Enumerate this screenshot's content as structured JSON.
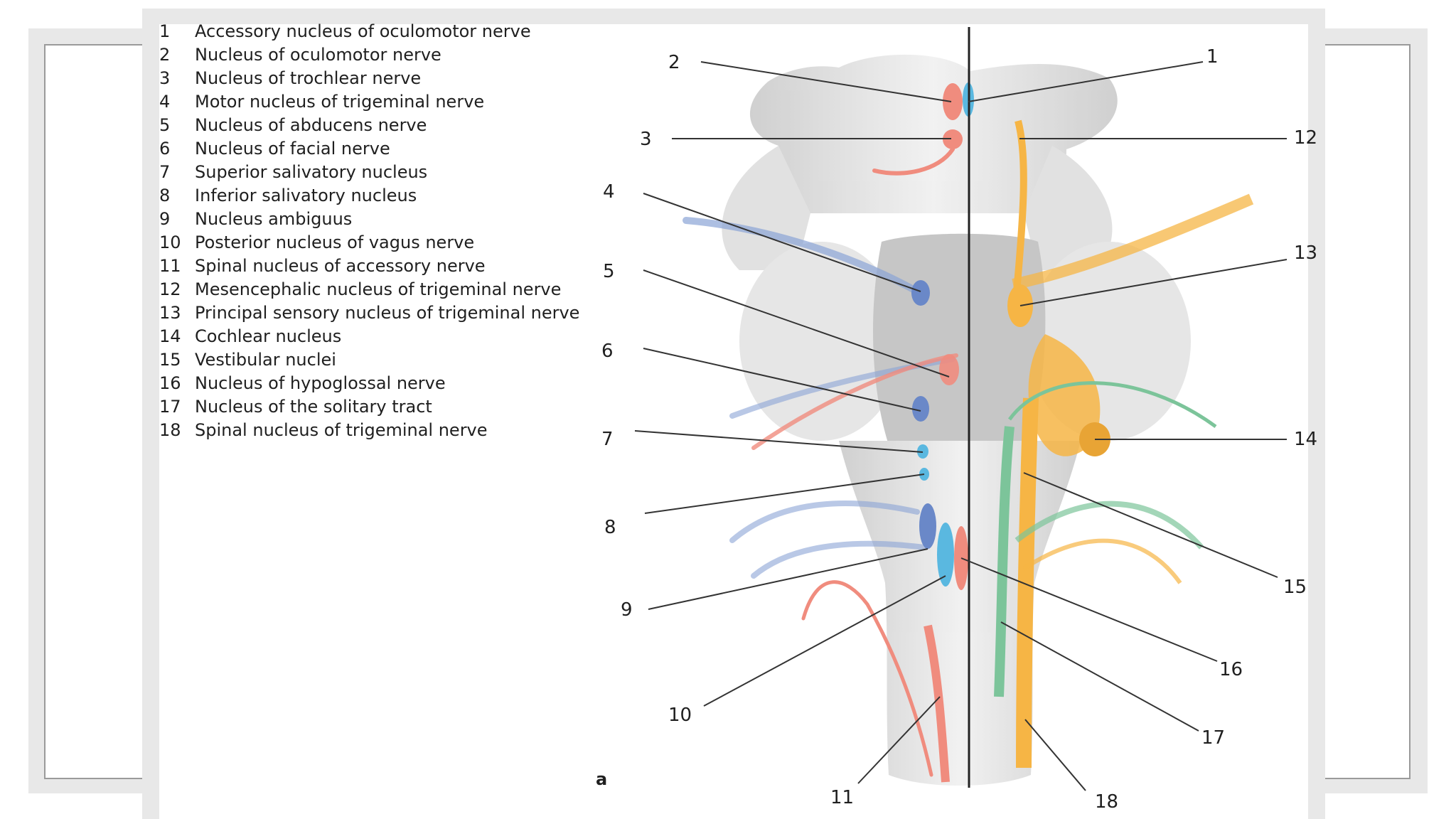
{
  "legend": [
    {
      "num": "1",
      "label": "Accessory nucleus of oculomotor nerve"
    },
    {
      "num": "2",
      "label": "Nucleus of oculomotor nerve"
    },
    {
      "num": "3",
      "label": "Nucleus of trochlear nerve"
    },
    {
      "num": "4",
      "label": "Motor nucleus of trigeminal nerve"
    },
    {
      "num": "5",
      "label": "Nucleus of abducens nerve"
    },
    {
      "num": "6",
      "label": "Nucleus of facial nerve"
    },
    {
      "num": "7",
      "label": "Superior salivatory nucleus"
    },
    {
      "num": "8",
      "label": "Inferior salivatory nucleus"
    },
    {
      "num": "9",
      "label": "Nucleus ambiguus"
    },
    {
      "num": "10",
      "label": "Posterior nucleus of vagus nerve"
    },
    {
      "num": "11",
      "label": "Spinal nucleus of accessory nerve"
    },
    {
      "num": "12",
      "label": "Mesencephalic nucleus of trigeminal nerve"
    },
    {
      "num": "13",
      "label": "Principal sensory nucleus of trigeminal nerve"
    },
    {
      "num": "14",
      "label": "Cochlear nucleus"
    },
    {
      "num": "15",
      "label": "Vestibular nuclei"
    },
    {
      "num": "16",
      "label": "Nucleus of hypoglossal nerve"
    },
    {
      "num": "17",
      "label": "Nucleus of the solitary tract"
    },
    {
      "num": "18",
      "label": "Spinal nucleus of trigeminal nerve"
    }
  ],
  "callouts": [
    "1",
    "2",
    "3",
    "4",
    "5",
    "6",
    "7",
    "8",
    "9",
    "10",
    "11",
    "12",
    "13",
    "14",
    "15",
    "16",
    "17",
    "18"
  ],
  "panel_label": "a",
  "colors": {
    "motor": "#f08c7e",
    "parasympathetic": "#5ab8e0",
    "somatomotor_blue": "#8aa4d6",
    "sensory_trigeminal": "#f6b545",
    "visceral_sensory": "#7cc49a",
    "brainstem": "#d9d9d9"
  }
}
